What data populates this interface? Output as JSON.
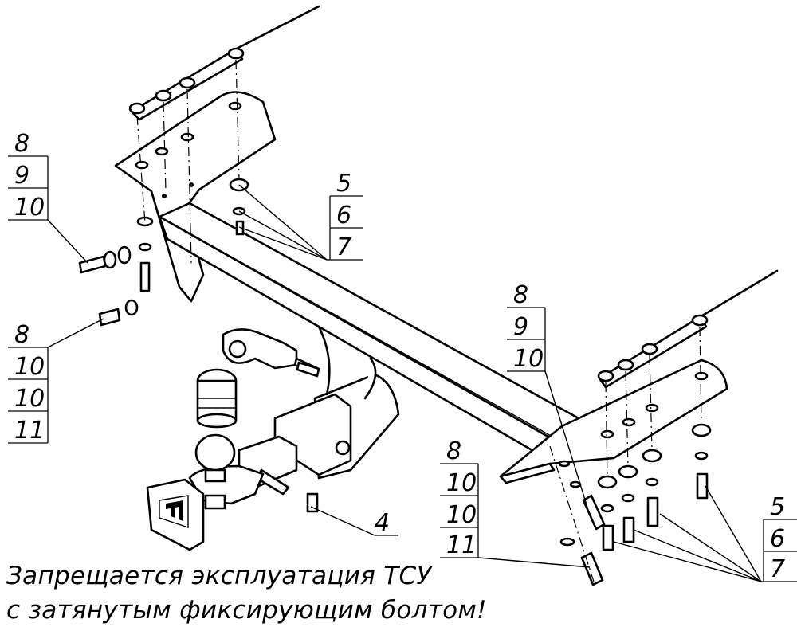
{
  "callouts": {
    "left_upper": [
      "8",
      "9",
      "10"
    ],
    "left_lower": [
      "8",
      "10",
      "10",
      "11"
    ],
    "mid_upper": [
      "5",
      "6",
      "7"
    ],
    "right_upper": [
      "8",
      "9",
      "10"
    ],
    "center_lower": [
      "8",
      "10",
      "10",
      "11"
    ],
    "bolt_label": "4",
    "right_lower": [
      "5",
      "6",
      "7"
    ]
  },
  "warning": {
    "line1": "Запрещается эксплуатация ТСУ",
    "line2": "с затянутым фиксирующим болтом!"
  }
}
